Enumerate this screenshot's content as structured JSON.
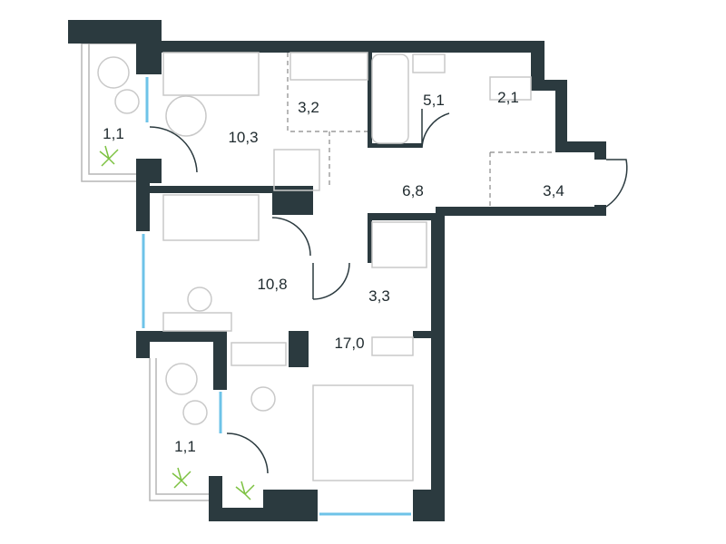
{
  "plan": {
    "rooms": [
      {
        "id": "balcony-top",
        "area": "1,1"
      },
      {
        "id": "living",
        "area": "10,3"
      },
      {
        "id": "kitchen",
        "area": "3,2"
      },
      {
        "id": "bathroom",
        "area": "5,1"
      },
      {
        "id": "wardrobe",
        "area": "2,1"
      },
      {
        "id": "hall",
        "area": "6,8"
      },
      {
        "id": "entrance",
        "area": "3,4"
      },
      {
        "id": "bedroom-small",
        "area": "10,8"
      },
      {
        "id": "wc",
        "area": "3,3"
      },
      {
        "id": "bedroom-main",
        "area": "17,0"
      },
      {
        "id": "balcony-bottom",
        "area": "1,1"
      }
    ],
    "colors": {
      "wall": "#2b3a3f",
      "window": "#6ec3e8",
      "plant": "#7dc242"
    }
  }
}
